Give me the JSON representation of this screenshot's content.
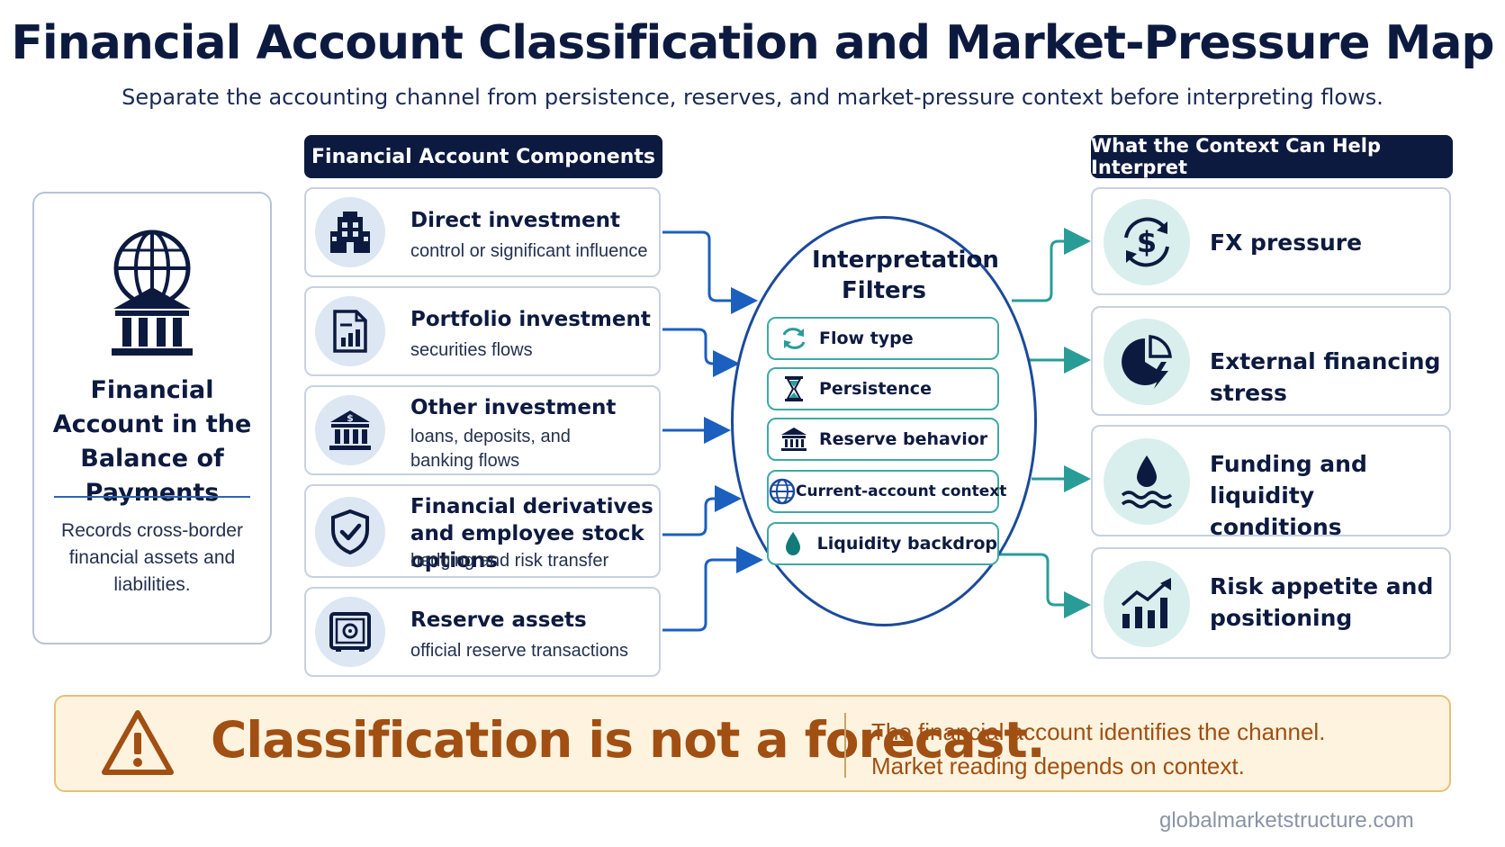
{
  "header": {
    "title": "Financial Account Classification and Market-Pressure Map",
    "subtitle": "Separate the accounting channel from persistence, reserves, and market-pressure context before interpreting flows."
  },
  "left_panel": {
    "title": "Financial Account in the Balance of Payments",
    "description": "Records cross-border financial assets and liabilities.",
    "icon": "globe-bank-icon"
  },
  "components": {
    "header": "Financial Account Components",
    "items": [
      {
        "name": "Direct investment",
        "sub": "control or significant influence",
        "icon": "building-icon"
      },
      {
        "name": "Portfolio investment",
        "sub": "securities flows",
        "icon": "document-chart-icon"
      },
      {
        "name": "Other investment",
        "sub": "loans, deposits, and banking flows",
        "icon": "bank-dollar-icon"
      },
      {
        "name": "Financial derivatives and employee stock options",
        "sub": "hedging and risk transfer",
        "icon": "shield-check-icon"
      },
      {
        "name": "Reserve assets",
        "sub": "official reserve transactions",
        "icon": "safe-icon"
      }
    ]
  },
  "filters": {
    "title": "Interpretation Filters",
    "items": [
      {
        "label": "Flow type",
        "icon": "swap-arrows-icon"
      },
      {
        "label": "Persistence",
        "icon": "hourglass-icon"
      },
      {
        "label": "Reserve behavior",
        "icon": "bank-icon"
      },
      {
        "label": "Current-account context",
        "icon": "globe-icon"
      },
      {
        "label": "Liquidity backdrop",
        "icon": "droplet-icon"
      }
    ]
  },
  "context": {
    "header": "What the Context Can Help Interpret",
    "items": [
      {
        "label": "FX pressure",
        "icon": "dollar-cycle-icon"
      },
      {
        "label": "External financing stress",
        "icon": "pie-lightning-icon"
      },
      {
        "label": "Funding and liquidity conditions",
        "icon": "droplet-waves-icon"
      },
      {
        "label": "Risk appetite and positioning",
        "icon": "bar-chart-trend-icon"
      }
    ]
  },
  "banner": {
    "headline": "Classification is not a forecast.",
    "line1": "The financial account identifies the channel.",
    "line2": "Market reading depends on context.",
    "icon": "warning-icon"
  },
  "footer": {
    "source": "globalmarketstructure.com"
  },
  "colors": {
    "navy": "#0d1a40",
    "blue": "#1b4a9b",
    "teal": "#3ea9a6",
    "amber": "#a14f12",
    "banner_bg": "#fdf3de"
  }
}
